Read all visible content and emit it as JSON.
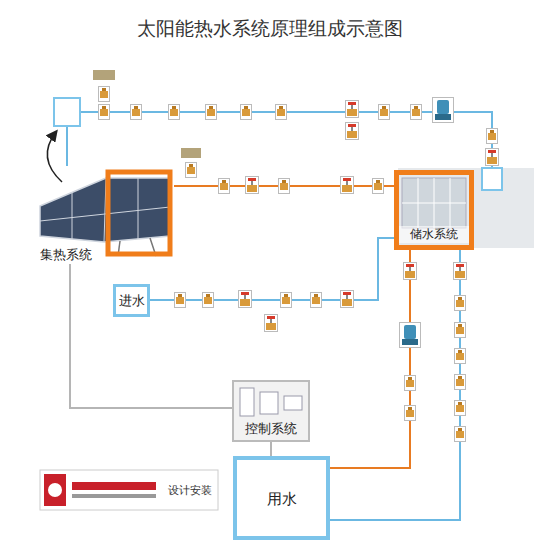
{
  "diagram": {
    "title": "太阳能热水系统原理组成示意图",
    "nodes": [
      {
        "text": [
          "集热系统"
        ]
      },
      {
        "text": [
          "储水系统"
        ]
      },
      {
        "text": [
          "进水"
        ]
      },
      {
        "text": [
          "控制系统"
        ]
      },
      {
        "text": [
          "用水"
        ]
      }
    ],
    "edges": [
      {
        "from": 0,
        "to": 1,
        "arrow": "none"
      },
      {
        "from": 1,
        "to": 0,
        "arrow": "none"
      },
      {
        "from": 2,
        "to": 1,
        "arrow": "none"
      },
      {
        "from": 0,
        "to": 3,
        "arrow": "none"
      },
      {
        "from": 1,
        "to": 4,
        "arrow": "none"
      },
      {
        "from": 4,
        "to": 1,
        "arrow": "none"
      },
      {
        "from": 3,
        "to": 4,
        "arrow": "none"
      }
    ],
    "labels": [
      "设计安装"
    ]
  }
}
